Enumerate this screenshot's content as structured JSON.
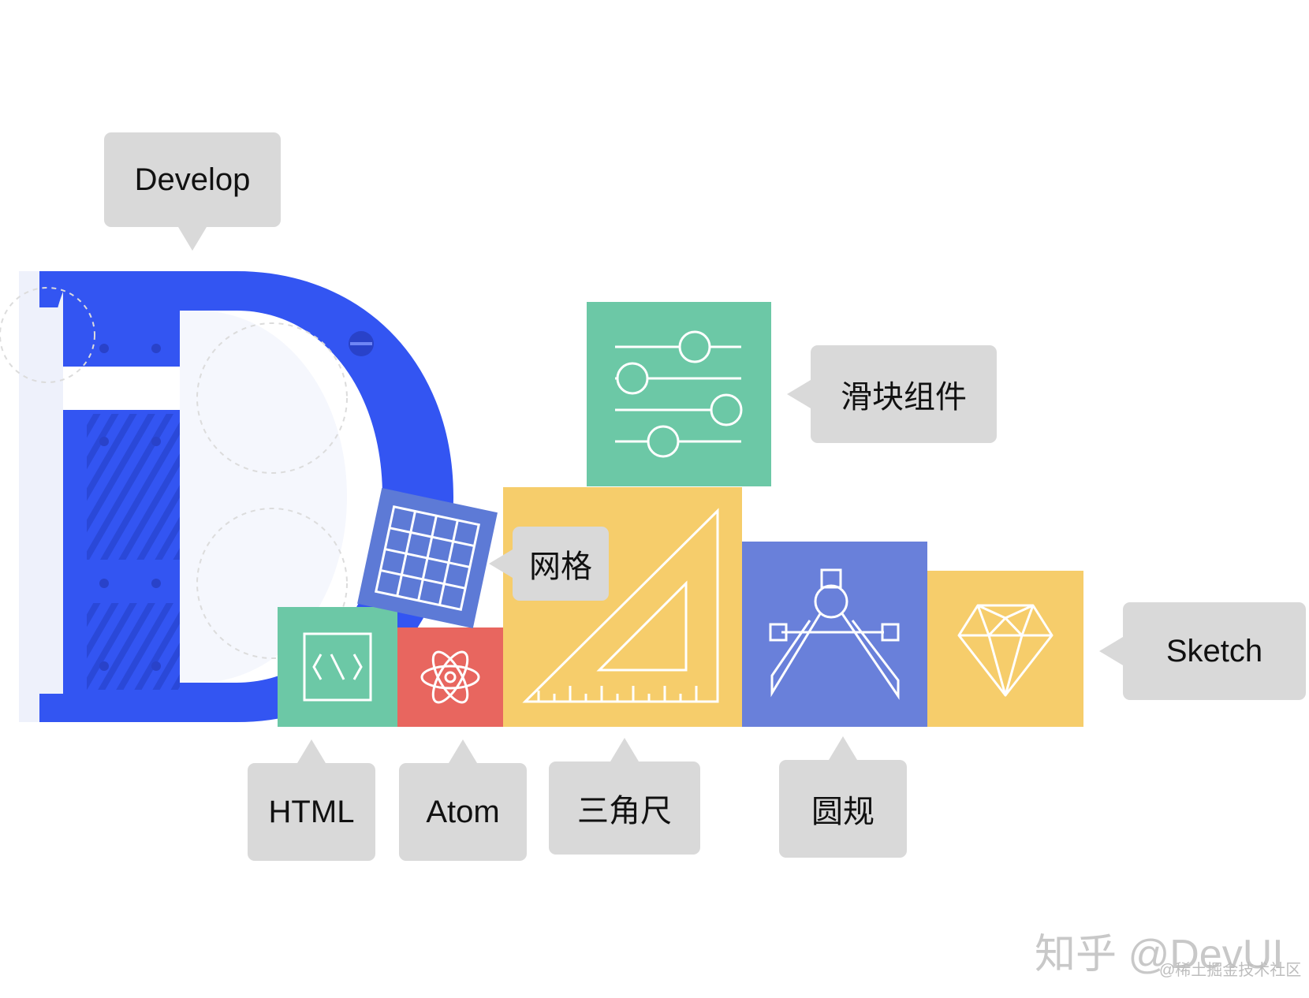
{
  "labels": {
    "develop": "Develop",
    "slider": "滑块组件",
    "grid": "网格",
    "sketch": "Sketch",
    "html": "HTML",
    "atom": "Atom",
    "triangle": "三角尺",
    "compass": "圆规"
  },
  "watermark": {
    "main": "知乎 @DevUI",
    "sub": "@稀土掘金技术社区"
  },
  "colors": {
    "blue_letter": "#3355f2",
    "green": "#6cc8a6",
    "red": "#e8665f",
    "yellow": "#f6cd6b",
    "indigo": "#6980da",
    "grid_blue": "#5d7ad6",
    "callout": "#d9d9d9"
  },
  "icons": [
    "sliders-icon",
    "grid-icon",
    "code-icon",
    "atom-icon",
    "set-square-icon",
    "compass-icon",
    "sketch-diamond-icon"
  ]
}
